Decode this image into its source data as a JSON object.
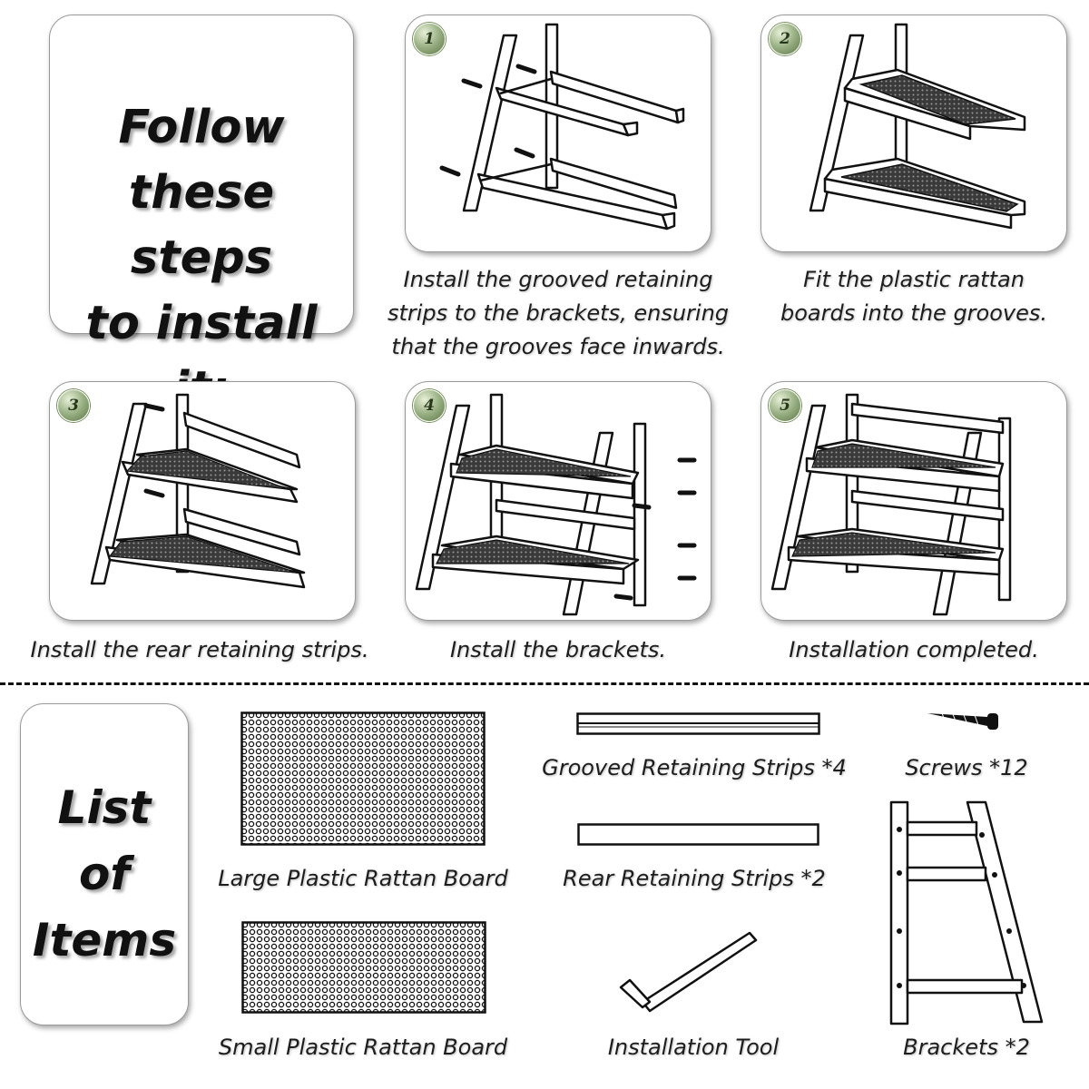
{
  "heading": {
    "line1": "Follow",
    "line2": "these steps",
    "line3": "to install it:"
  },
  "steps": [
    {
      "number": "1",
      "caption_lines": [
        "Install the grooved retaining",
        "strips to the brackets, ensuring",
        "that the grooves face inwards."
      ]
    },
    {
      "number": "2",
      "caption_lines": [
        "Fit the plastic rattan",
        "boards into the grooves."
      ]
    },
    {
      "number": "3",
      "caption_lines": [
        "Install the rear retaining strips."
      ]
    },
    {
      "number": "4",
      "caption_lines": [
        "Install the brackets."
      ]
    },
    {
      "number": "5",
      "caption_lines": [
        "Installation completed."
      ]
    }
  ],
  "items_heading": {
    "line1": "List",
    "line2": "of",
    "line3": "Items"
  },
  "items": {
    "large_board": "Large Plastic Rattan Board",
    "small_board": "Small Plastic Rattan Board",
    "grooved_strips": "Grooved Retaining Strips *4",
    "rear_strips": "Rear Retaining Strips *2",
    "tool": "Installation Tool",
    "screws": "Screws *12",
    "brackets": "Brackets *2"
  },
  "colors": {
    "badge_green": "#7f9a66",
    "line": "#111111"
  }
}
